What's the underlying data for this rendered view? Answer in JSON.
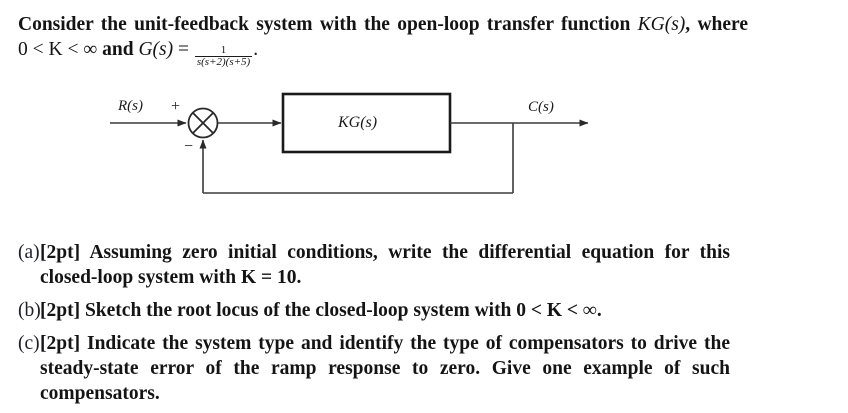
{
  "document": {
    "statement": {
      "part1": "Consider the unit-feedback system with the open-loop transfer function ",
      "kg": "KG(s)",
      "part2": ", where ",
      "cond": "0 < K < ∞",
      "part3": " and ",
      "gs": "G(s)",
      "eq": " = ",
      "fraction_numerator": "1",
      "fraction_denominator": "s(s+2)(s+5)",
      "period": "."
    },
    "diagram": {
      "input_label": "R(s)",
      "output_label": "C(s)",
      "block_label": "KG(s)",
      "plus_sign": "+",
      "minus_sign": "−",
      "line_color": "#3b3b3b",
      "block_border_color": "#1a1a1a"
    },
    "items": [
      {
        "marker": "(a)",
        "points": "[2pt]",
        "text": " Assuming zero initial conditions, write the differential equation for this closed-loop system with K = 10."
      },
      {
        "marker": "(b)",
        "points": "[2pt]",
        "text": " Sketch the root locus of the closed-loop system with 0 < K < ∞."
      },
      {
        "marker": "(c)",
        "points": "[2pt]",
        "text": " Indicate the system type and identify the type of compensators to drive the steady-state error of the ramp response to zero. Give one example of such compensators."
      }
    ]
  }
}
